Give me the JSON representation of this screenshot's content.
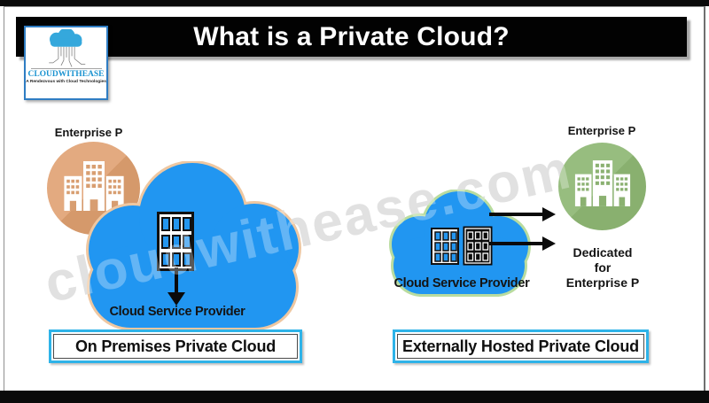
{
  "header": {
    "title": "What is a Private Cloud?"
  },
  "logo": {
    "name": "CLOUDWITHEASE",
    "tagline": "A Rendezvous with Cloud Technologies"
  },
  "watermark": "cloudwithease.com",
  "left": {
    "enterprise_label": "Enterprise P",
    "provider_label": "Cloud Service Provider",
    "caption": "On Premises Private Cloud"
  },
  "right": {
    "enterprise_label": "Enterprise P",
    "provider_label": "Cloud Service Provider",
    "dedicated": [
      "Dedicated",
      "for",
      "Enterprise P"
    ],
    "caption": "Externally Hosted Private Cloud"
  },
  "colors": {
    "cloud_blue": "#2196f1",
    "left_cloud_glow": "#eec7a1",
    "right_cloud_glow": "#b9dc9f",
    "tan_circle": "#e0a67c",
    "green_circle": "#93ba7b",
    "caption_border": "#2eb3e8",
    "logo_blue": "#1b93d0"
  }
}
